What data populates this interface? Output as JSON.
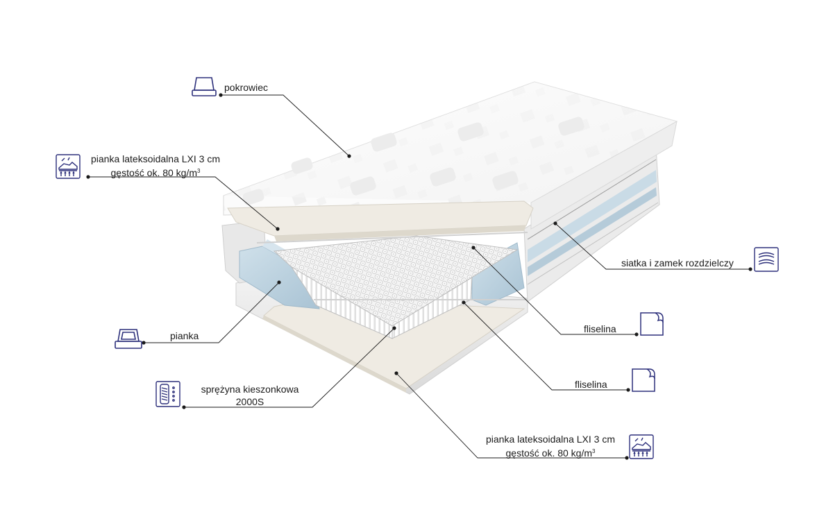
{
  "labels": {
    "cover": "pokrowiec",
    "latex_top_line1": "pianka lateksoidalna LXI 3 cm",
    "latex_top_line2": "gęstość ok. 80 kg/m",
    "latex_top_sup": "3",
    "foam": "pianka",
    "spring_line1": "sprężyna kieszonkowa",
    "spring_line2": "2000S",
    "mesh_zip": "siatka i zamek rozdzielczy",
    "fleece_upper": "fliselina",
    "fleece_lower": "fliselina",
    "latex_bottom_line1": "pianka lateksoidalna LXI 3 cm",
    "latex_bottom_line2": "gęstość ok. 80 kg/m",
    "latex_bottom_sup": "3"
  },
  "colors": {
    "icon_stroke": "#2b2e7a",
    "leader_line": "#1a1a1a",
    "foam_blue": "#bcd3e2",
    "latex_cream": "#efebe3"
  },
  "icons": [
    "mattress-cover-icon",
    "latex-foam-icon",
    "foam-icon",
    "pocket-spring-icon",
    "mesh-zip-icon",
    "fleece-icon",
    "fleece-icon",
    "latex-foam-icon"
  ]
}
